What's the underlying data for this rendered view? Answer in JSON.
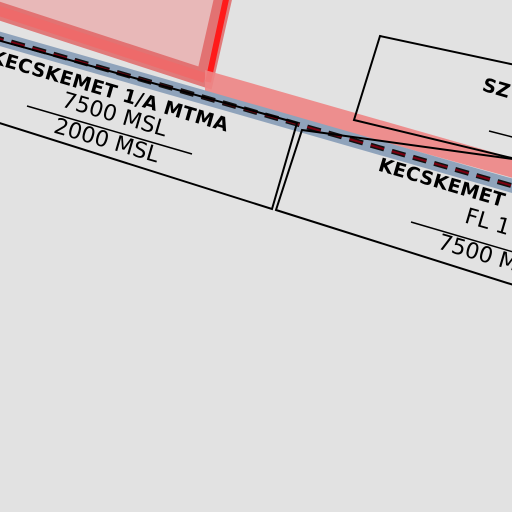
{
  "map": {
    "colors": {
      "background": "#e2e2e2",
      "restricted_fill": "#e8b8b8",
      "restricted_border": "#e05050",
      "restricted_core": "#ff0000",
      "boundary_band": "#8fa3bb",
      "boundary_dash": "#7a0010",
      "sector_line": "#000000"
    },
    "sectors": [
      {
        "name": "KECSKEMET 1/A MTMA",
        "upper_limit": "7500 MSL",
        "lower_limit": "2000 MSL"
      },
      {
        "name": "KECSKEMET",
        "upper_limit": "FL 1",
        "lower_limit": "7500 M"
      },
      {
        "name": "SZ"
      }
    ]
  }
}
